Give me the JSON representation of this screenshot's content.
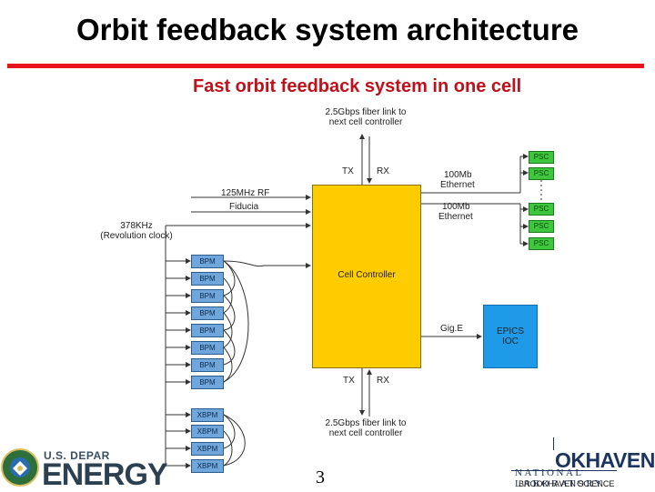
{
  "header": {
    "title": "Orbit feedback system architecture",
    "subtitle": "Fast orbit feedback system in one cell"
  },
  "diagram": {
    "top_link": [
      "2.5Gbps fiber link to",
      "next cell controller"
    ],
    "bottom_link": [
      "2.5Gbps fiber link to",
      "next cell controller"
    ],
    "tx": "TX",
    "rx": "RX",
    "rf": "125MHz RF",
    "fiducia": "Fiducia",
    "rev_clock": [
      "378KHz",
      "(Revolution clock)"
    ],
    "ethernet_1": [
      "100Mb",
      "Ethernet"
    ],
    "ethernet_2": [
      "100Mb",
      "Ethernet"
    ],
    "cell_controller": "Cell Controller",
    "gige": "Gig.E",
    "epics": [
      "EPICS",
      "IOC"
    ],
    "psc_labels": [
      "PSC",
      "PSC",
      "PSC",
      "PSC",
      "PSC"
    ],
    "bpm_labels": [
      "BPM",
      "BPM",
      "BPM",
      "BPM",
      "BPM",
      "BPM",
      "BPM",
      "BPM"
    ],
    "xbpm_labels": [
      "XBPM",
      "XBPM",
      "XBPM",
      "XBPM"
    ]
  },
  "footer": {
    "page_number": "3",
    "doe_top": "U.S. DEPAR",
    "doe_main": "ENERGY",
    "bnl_name": "OKHAVEN",
    "bnl_lab": "NATIONAL LABORATORY",
    "bnl_sci": "BROOKHAVEN SCIENCE"
  },
  "colors": {
    "title_rule": "#e8141b",
    "subtitle": "#c0101a",
    "cell_controller": "#ffcc00",
    "epics": "#1f9ae8",
    "psc": "#3fc63f",
    "bpm": "#6fa7dd"
  }
}
